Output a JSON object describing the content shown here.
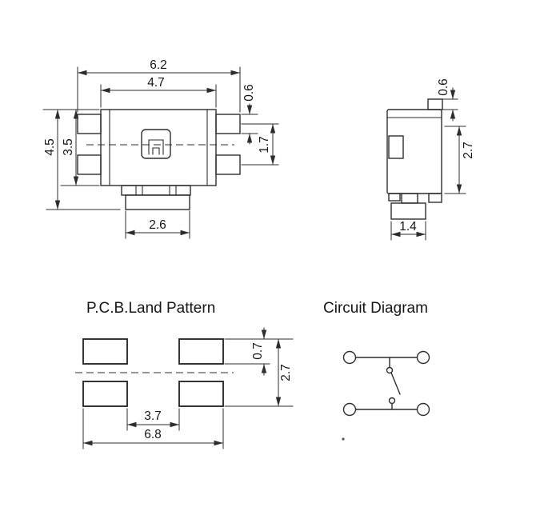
{
  "ink": "#2d2d2d",
  "background": "#ffffff",
  "top_view": {
    "dim_overall_width": "6.2",
    "dim_body_width": "4.7",
    "dim_terminal_width": "0.6",
    "dim_terminal_pitch": "1.7",
    "dim_overall_depth": "4.5",
    "dim_body_depth": "3.5",
    "dim_stem_width": "2.6"
  },
  "side_view": {
    "dim_lead_thickness": "0.6",
    "dim_height": "2.7",
    "dim_stem_width": "1.4"
  },
  "land_pattern": {
    "title": "P.C.B.Land Pattern",
    "dim_pad_height": "0.7",
    "dim_row_span": "2.7",
    "dim_pad_inner_gap": "3.7",
    "dim_overall_width": "6.8"
  },
  "circuit_diagram": {
    "title": "Circuit Diagram"
  }
}
